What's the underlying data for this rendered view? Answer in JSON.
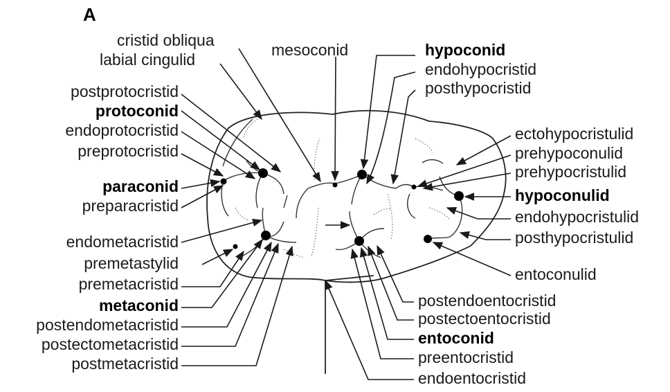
{
  "panel_label": "A",
  "labels": {
    "cristid_obliqua": "cristid obliqua",
    "labial_cingulid": "labial cingulid",
    "mesoconid": "mesoconid",
    "hypoconid": "hypoconid",
    "endohypocristid": "endohypocristid",
    "posthypocristid": "posthypocristid",
    "postprotocristid": "postprotocristid",
    "protoconid": "protoconid",
    "endoprotocristid": "endoprotocristid",
    "preprotocristid": "preprotocristid",
    "paraconid": "paraconid",
    "preparacristid": "preparacristid",
    "endometacristid": "endometacristid",
    "premetastylid": "premetastylid",
    "premetacristid": "premetacristid",
    "metaconid": "metaconid",
    "postendometacristid": "postendometacristid",
    "postectometacristid": "postectometacristid",
    "postmetacristid": "postmetacristid",
    "ectohypocristulid": "ectohypocristulid",
    "prehypoconulid": "prehypoconulid",
    "prehypocristulid": "prehypocristulid",
    "hypoconulid": "hypoconulid",
    "endohypocristulid": "endohypocristulid",
    "posthypocristulid": "posthypocristulid",
    "entoconulid": "entoconulid",
    "postendoentocristid": "postendoentocristid",
    "postectoentocristid": "postectoentocristid",
    "entoconid": "entoconid",
    "preentocristid": "preentocristid",
    "endoentocristid": "endoentocristid"
  }
}
